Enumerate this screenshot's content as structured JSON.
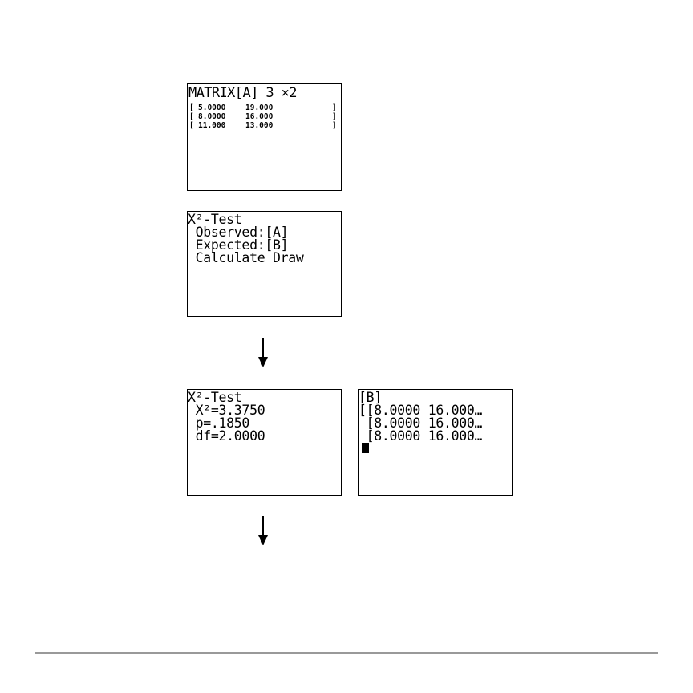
{
  "matrix_screen": {
    "title": "MATRIX[A] 3 ×2",
    "rows": [
      {
        "open": "[",
        "c1": "5.0000",
        "c2": "19.000",
        "close": "]"
      },
      {
        "open": "[",
        "c1": "8.0000",
        "c2": "16.000",
        "close": "]"
      },
      {
        "open": "[",
        "c1": "11.000",
        "c2": "13.000",
        "close": "]"
      }
    ]
  },
  "input_screen": {
    "title": "X²-Test",
    "observed": " Observed:[A]",
    "expected": " Expected:[B]",
    "actions": " Calculate Draw"
  },
  "result_screen": {
    "title": "X²-Test",
    "chi": " X²=3.3750",
    "p": " p=.1850",
    "df": " df=2.0000"
  },
  "matrix_b_screen": {
    "title": "[B]",
    "rows": [
      "[[8.0000 16.000…",
      " [8.0000 16.000…",
      " [8.0000 16.000…"
    ]
  },
  "icons": {
    "arrow": "arrow-down-icon",
    "cursor": "block-cursor-icon"
  }
}
